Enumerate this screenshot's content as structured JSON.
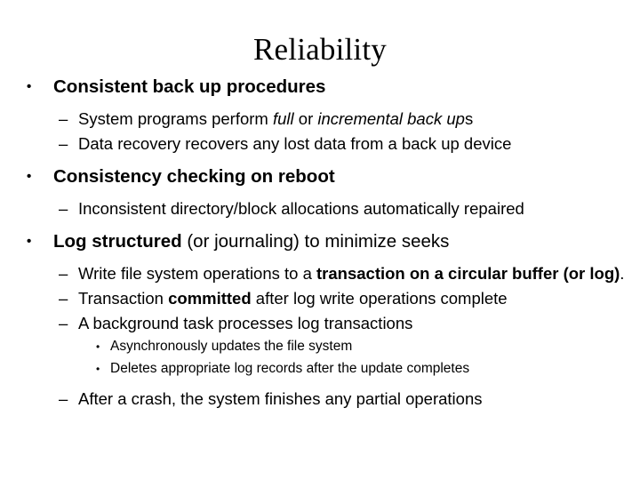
{
  "slide": {
    "title": "Reliability",
    "background_color": "#ffffff",
    "text_color": "#000000",
    "markers": {
      "level1": "•",
      "level2": "–",
      "level3": "•"
    },
    "bullets": [
      {
        "level": 1,
        "text": "Consistent back up procedures",
        "runs": [
          {
            "t": "Consistent back up procedures",
            "style": "bold"
          }
        ]
      },
      {
        "level": 2,
        "text": "System programs perform full or incremental back ups",
        "runs": [
          {
            "t": "System programs perform ",
            "style": "normal"
          },
          {
            "t": "full",
            "style": "italic"
          },
          {
            "t": " or ",
            "style": "normal"
          },
          {
            "t": "incremental back up",
            "style": "italic"
          },
          {
            "t": "s",
            "style": "normal"
          }
        ]
      },
      {
        "level": 2,
        "text": "Data recovery recovers any lost data from a back up device",
        "runs": [
          {
            "t": "Data recovery recovers any lost data from a back up device",
            "style": "normal"
          }
        ]
      },
      {
        "level": 1,
        "text": "Consistency checking on reboot",
        "runs": [
          {
            "t": "Consistency checking on reboot",
            "style": "bold"
          }
        ]
      },
      {
        "level": 2,
        "text": "Inconsistent directory/block allocations automatically repaired",
        "runs": [
          {
            "t": "Inconsistent directory/block allocations automatically repaired",
            "style": "normal"
          }
        ]
      },
      {
        "level": 1,
        "text": "Log structured (or journaling) to minimize seeks",
        "runs": [
          {
            "t": "Log structured",
            "style": "bold"
          },
          {
            "t": " (or journaling) to minimize seeks",
            "style": "normal"
          }
        ]
      },
      {
        "level": 2,
        "text": "Write file system operations to a transaction on a circular buffer (or log).",
        "runs": [
          {
            "t": "Write file system operations to a ",
            "style": "normal"
          },
          {
            "t": "transaction on a circular buffer (or log)",
            "style": "bold"
          },
          {
            "t": ".",
            "style": "normal"
          }
        ]
      },
      {
        "level": 2,
        "text": "Transaction committed after log write operations complete",
        "runs": [
          {
            "t": "Transaction ",
            "style": "normal"
          },
          {
            "t": "committed",
            "style": "bold"
          },
          {
            "t": " after log write operations complete",
            "style": "normal"
          }
        ]
      },
      {
        "level": 2,
        "text": "A background task processes log transactions",
        "runs": [
          {
            "t": "A background task processes log transactions",
            "style": "normal"
          }
        ]
      },
      {
        "level": 3,
        "text": "Asynchronously updates the file system",
        "runs": [
          {
            "t": "Asynchronously updates the file system",
            "style": "normal"
          }
        ]
      },
      {
        "level": 3,
        "text": "Deletes appropriate log records after the update completes",
        "runs": [
          {
            "t": "Deletes appropriate log records after the update completes",
            "style": "normal"
          }
        ]
      },
      {
        "level": 2,
        "text": "After a crash, the system finishes any partial operations",
        "runs": [
          {
            "t": "After a crash, the system finishes any partial operations",
            "style": "normal"
          }
        ]
      }
    ]
  }
}
